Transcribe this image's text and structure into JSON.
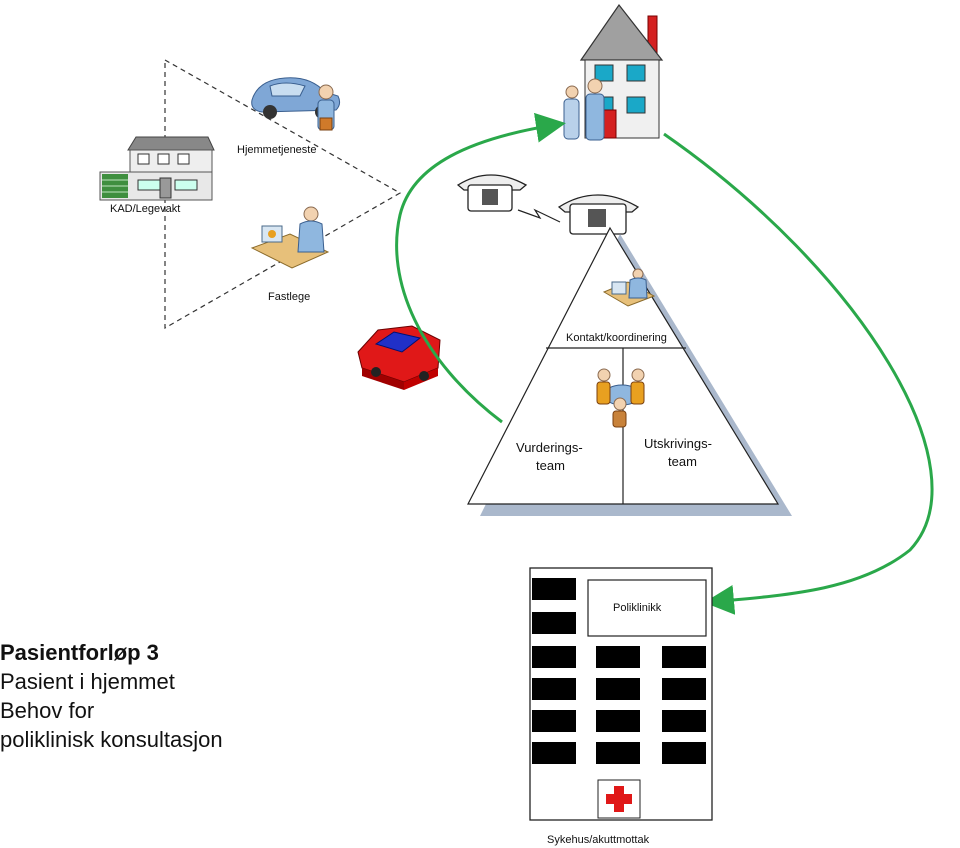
{
  "labels": {
    "hjemmetjeneste": "Hjemmetjeneste",
    "kad_legevakt": "KAD/Legevakt",
    "fastlege": "Fastlege",
    "kontakt": "Kontakt/koordinering",
    "vurdering_1": "Vurderings-",
    "vurdering_2": "team",
    "utskriving_1": "Utskrivings-",
    "utskriving_2": "team",
    "poliklinikk": "Poliklinikk",
    "sykehus": "Sykehus/akuttmottak"
  },
  "caption": {
    "title": "Pasientforløp 3",
    "line1": "Pasient i hjemmet",
    "line2": "Behov for",
    "line3": "poliklinisk konsultasjon"
  },
  "colors": {
    "arrow": "#2aa84a",
    "car": "#e01818",
    "cross": "#e01818",
    "window": "#1aa8c8"
  },
  "icons": [
    "house-icon",
    "people-icon",
    "phone-icon",
    "car-icon",
    "doctor-icon",
    "nurse-car-icon",
    "hospital-icon",
    "team-icon"
  ]
}
